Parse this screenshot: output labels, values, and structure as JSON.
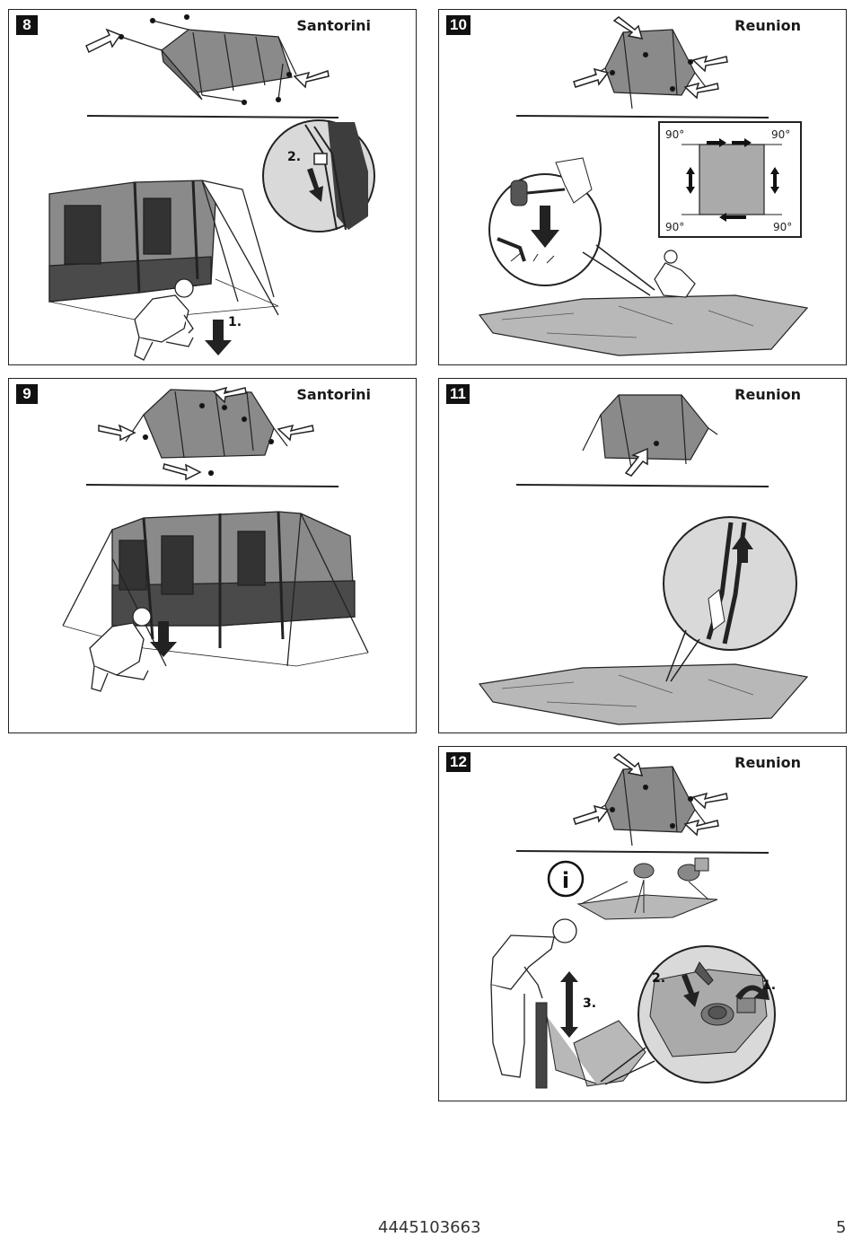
{
  "panels": [
    {
      "step": "8",
      "model": "Santorini",
      "callouts": [
        "2.",
        "1."
      ]
    },
    {
      "step": "10",
      "model": "Reunion",
      "angles": [
        "90°",
        "90°",
        "90°",
        "90°"
      ]
    },
    {
      "step": "9",
      "model": "Santorini"
    },
    {
      "step": "11",
      "model": "Reunion"
    },
    {
      "step": "12",
      "model": "Reunion",
      "info_symbol": "i",
      "callouts": [
        "2.",
        "1.",
        "3."
      ]
    }
  ],
  "footer": {
    "code": "4445103663",
    "page": "5"
  },
  "colors": {
    "tent_fabric": "#8a8a8a",
    "tent_dark": "#3a3a3a",
    "magnifier_bg": "#d9d9d9",
    "ground_sheet": "#b8b8b8"
  }
}
